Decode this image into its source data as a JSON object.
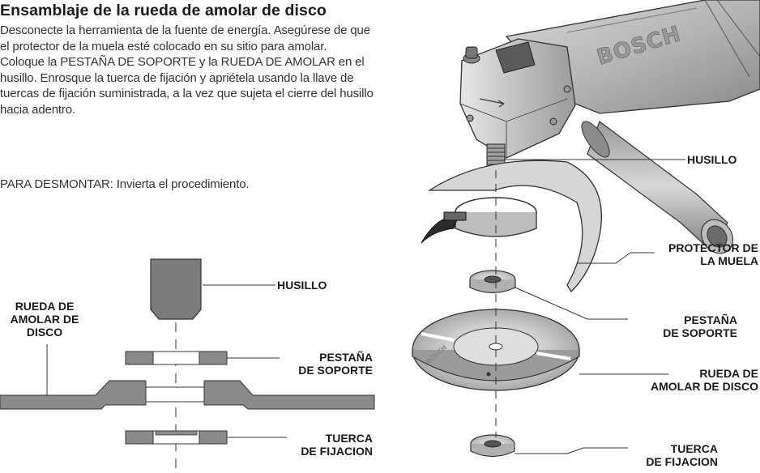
{
  "heading": "Ensamblaje de la rueda de amolar de disco",
  "instructions": "Desconecte la herramienta de la fuente de energía. Asegúrese de que el protector de la muela esté colocado en su sitio para amolar.  Coloque la PESTAÑA DE SOPORTE y la RUEDA DE AMOLAR en el husillo. Enrosque la tuerca de fijación y apriétela usando la llave de tuercas de fijación suministrada, a la vez que sujeta el cierre del husillo hacia adentro.",
  "disassembly": "PARA DESMONTAR:  Invierta el procedimiento.",
  "cross_section_labels": {
    "husillo": "HUSILLO",
    "rueda_line1": "RUEDA DE",
    "rueda_line2": "AMOLAR DE",
    "rueda_line3": "DISCO",
    "pestana_line1": "PESTAÑA",
    "pestana_line2": "DE SOPORTE",
    "tuerca_line1": "TUERCA",
    "tuerca_line2": "DE FIJACION"
  },
  "exploded_labels": {
    "husillo": "HUSILLO",
    "protector_line1": "PROTECTOR DE",
    "protector_line2": "LA MUELA",
    "pestana_line1": "PESTAÑA",
    "pestana_line2": "DE SOPORTE",
    "rueda_line1": "RUEDA DE",
    "rueda_line2": "AMOLAR DE DISCO",
    "tuerca_line1": "TUERCA",
    "tuerca_line2": "DE FIJACION"
  },
  "brand_on_tool": "BOSCH",
  "brand_on_wheel": "BOSCH"
}
